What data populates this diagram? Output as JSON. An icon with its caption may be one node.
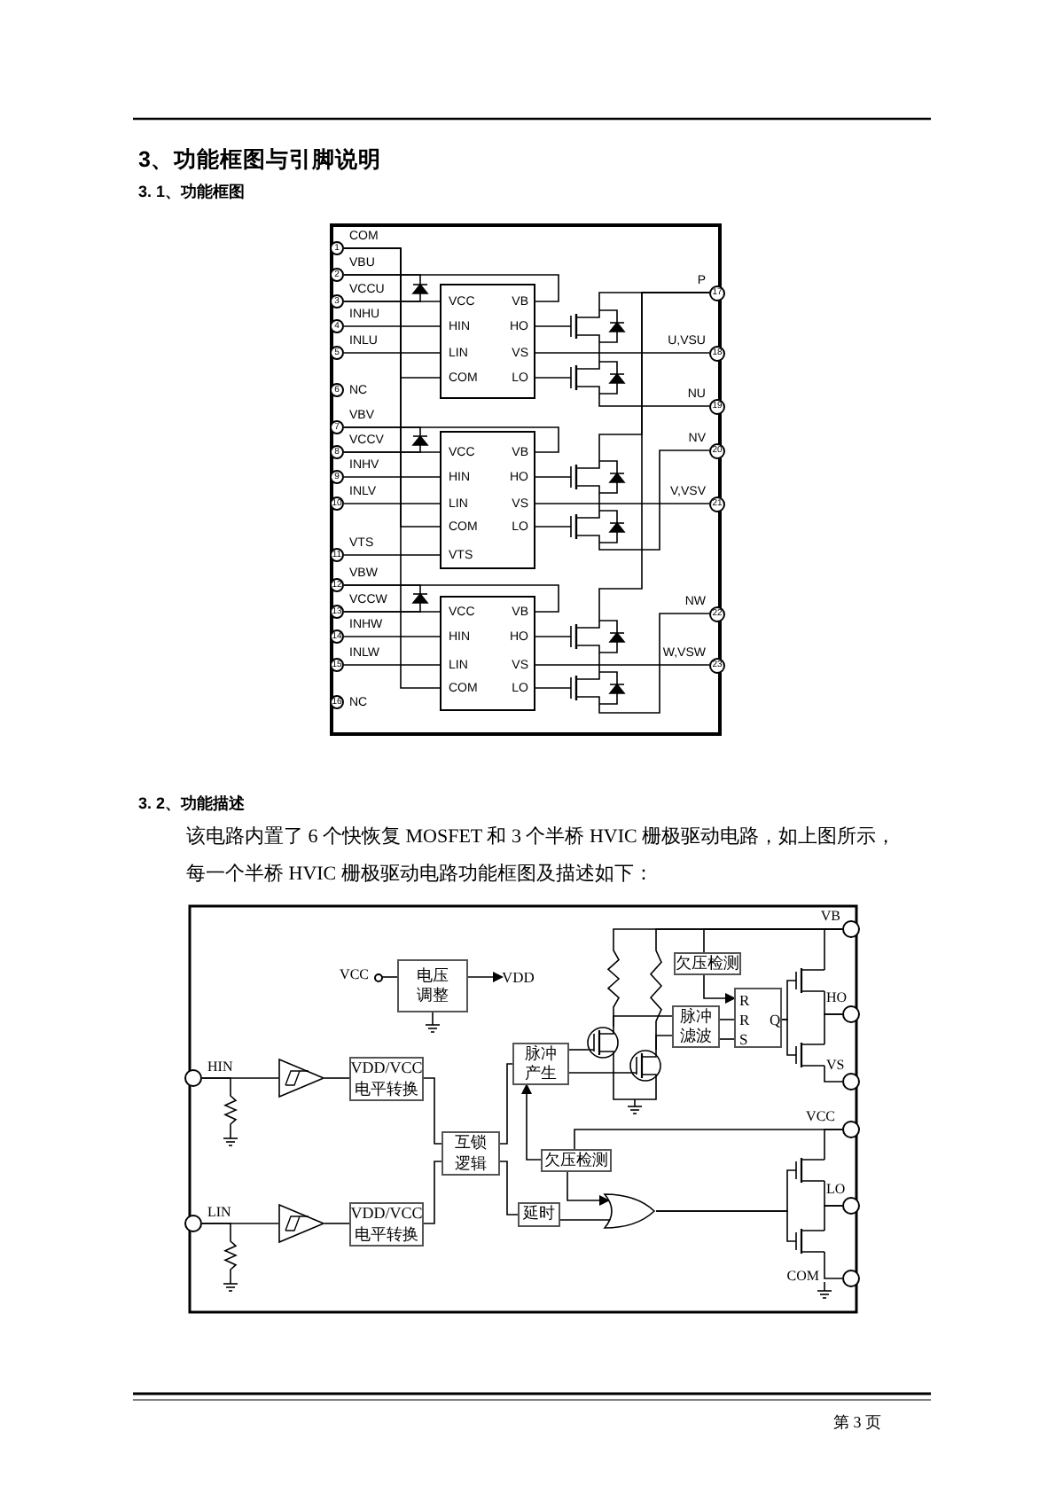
{
  "diagram": {
    "nodes": [
      {
        "text": [
          "1"
        ],
        "beside": [
          "COM"
        ]
      },
      {
        "text": [
          "2"
        ],
        "beside": [
          "VBU"
        ]
      },
      {
        "text": [
          "3"
        ],
        "beside": [
          "VCCU"
        ]
      },
      {
        "text": [
          "4"
        ],
        "beside": [
          "INHU"
        ]
      },
      {
        "text": [
          "5"
        ],
        "beside": [
          "INLU"
        ]
      },
      {
        "text": [
          "6"
        ],
        "beside": [
          "NC"
        ]
      },
      {
        "text": [
          "7"
        ],
        "beside": [
          "VBV"
        ]
      },
      {
        "text": [
          "8"
        ],
        "beside": [
          "VCCV"
        ]
      },
      {
        "text": [
          "9"
        ],
        "beside": [
          "INHV"
        ]
      },
      {
        "text": [
          "10"
        ],
        "beside": [
          "INLV"
        ]
      },
      {
        "text": [
          "11"
        ],
        "beside": [
          "VTS"
        ]
      },
      {
        "text": [
          "12"
        ],
        "beside": [
          "VBW"
        ]
      },
      {
        "text": [
          "13"
        ],
        "beside": [
          "VCCW"
        ]
      },
      {
        "text": [
          "14"
        ],
        "beside": [
          "INHW"
        ]
      },
      {
        "text": [
          "15"
        ],
        "beside": [
          "INLW"
        ]
      },
      {
        "text": [
          "16"
        ],
        "beside": [
          "NC"
        ]
      },
      {
        "text": [
          "17"
        ],
        "beside": [
          "P"
        ]
      },
      {
        "text": [
          "18"
        ],
        "beside": [
          "U,VSU"
        ]
      },
      {
        "text": [
          "19"
        ],
        "beside": [
          "NU"
        ]
      },
      {
        "text": [
          "20"
        ],
        "beside": [
          "NV"
        ]
      },
      {
        "text": [
          "21"
        ],
        "beside": [
          "V,VSV"
        ]
      },
      {
        "text": [
          "22"
        ],
        "beside": [
          "NW"
        ]
      },
      {
        "text": [
          "23"
        ],
        "beside": [
          "W,VSW"
        ]
      },
      {
        "text": [
          "VCC",
          "VB",
          "HIN",
          "HO",
          "LIN",
          "VS",
          "COM",
          "LO"
        ]
      },
      {
        "text": [
          "VCC",
          "VB",
          "HIN",
          "HO",
          "LIN",
          "VS",
          "COM",
          "LO",
          "VTS"
        ]
      },
      {
        "text": [
          "VCC",
          "VB",
          "HIN",
          "HO",
          "LIN",
          "VS",
          "COM",
          "LO"
        ]
      },
      {
        "text": [],
        "shape": "circle",
        "beside": [
          "VCC"
        ]
      },
      {
        "text": [
          "电压调整"
        ]
      },
      {
        "text": [
          "VDD"
        ]
      },
      {
        "text": [
          "欠压检测"
        ]
      },
      {
        "text": [
          "脉冲滤波"
        ]
      },
      {
        "text": [
          "R",
          "R",
          "S",
          "Q"
        ]
      },
      {
        "text": [
          "脉冲产生"
        ]
      },
      {
        "text": [],
        "shape": "circle",
        "beside": [
          "HIN"
        ]
      },
      {
        "text": [],
        "shape": "triangle"
      },
      {
        "text": [
          "VDD/VCC电平转换"
        ]
      },
      {
        "text": [
          "互锁逻辑"
        ]
      },
      {
        "text": [
          "欠压检测"
        ]
      },
      {
        "text": [
          "延时"
        ]
      },
      {
        "text": [],
        "shape": "gate"
      },
      {
        "text": [],
        "shape": "circle",
        "beside": [
          "LIN"
        ]
      },
      {
        "text": [],
        "shape": "triangle"
      },
      {
        "text": [
          "VDD/VCC电平转换"
        ]
      },
      {
        "text": [],
        "shape": "circle",
        "beside": [
          "VB"
        ]
      },
      {
        "text": [],
        "shape": "circle",
        "beside": [
          "HO"
        ]
      },
      {
        "text": [],
        "shape": "circle",
        "beside": [
          "VS"
        ]
      },
      {
        "text": [],
        "shape": "circle",
        "beside": [
          "VCC"
        ]
      },
      {
        "text": [],
        "shape": "circle",
        "beside": [
          "LO"
        ]
      },
      {
        "text": [],
        "shape": "circle",
        "beside": [
          "COM"
        ]
      },
      {
        "text": [],
        "shape": "transistor"
      },
      {
        "text": [],
        "shape": "transistor"
      },
      {
        "text": [],
        "shape": "transistor"
      },
      {
        "text": [],
        "shape": "transistor"
      },
      {
        "text": [],
        "shape": "transistor"
      },
      {
        "text": [],
        "shape": "transistor"
      },
      {
        "text": [],
        "shape": "resistor"
      },
      {
        "text": [],
        "shape": "resistor"
      },
      {
        "text": [],
        "shape": "resistor"
      },
      {
        "text": [],
        "shape": "resistor"
      },
      {
        "text": [],
        "shape": "transistor"
      },
      {
        "text": [],
        "shape": "transistor"
      },
      {
        "text": [],
        "shape": "transistor"
      },
      {
        "text": [],
        "shape": "transistor"
      },
      {
        "text": [],
        "shape": "transistor"
      },
      {
        "text": [],
        "shape": "transistor"
      },
      {
        "text": [],
        "shape": "diode"
      },
      {
        "text": [],
        "shape": "diode"
      },
      {
        "text": [],
        "shape": "diode"
      }
    ],
    "edges": [
      {
        "from": 0,
        "to": 23,
        "arrow": "none"
      },
      {
        "from": 0,
        "to": 24,
        "arrow": "none"
      },
      {
        "from": 0,
        "to": 25,
        "arrow": "none"
      },
      {
        "from": 1,
        "to": 23,
        "arrow": "none"
      },
      {
        "from": 2,
        "to": 23,
        "arrow": "none"
      },
      {
        "from": 3,
        "to": 23,
        "arrow": "none"
      },
      {
        "from": 4,
        "to": 23,
        "arrow": "none"
      },
      {
        "from": 23,
        "to": 17,
        "arrow": "none"
      },
      {
        "from": 6,
        "to": 24,
        "arrow": "none"
      },
      {
        "from": 7,
        "to": 24,
        "arrow": "none"
      },
      {
        "from": 8,
        "to": 24,
        "arrow": "none"
      },
      {
        "from": 9,
        "to": 24,
        "arrow": "none"
      },
      {
        "from": 10,
        "to": 24,
        "arrow": "none"
      },
      {
        "from": 24,
        "to": 20,
        "arrow": "none"
      },
      {
        "from": 11,
        "to": 25,
        "arrow": "none"
      },
      {
        "from": 12,
        "to": 25,
        "arrow": "none"
      },
      {
        "from": 13,
        "to": 25,
        "arrow": "none"
      },
      {
        "from": 14,
        "to": 25,
        "arrow": "none"
      },
      {
        "from": 25,
        "to": 22,
        "arrow": "none"
      },
      {
        "from": 26,
        "to": 27,
        "arrow": "none"
      },
      {
        "from": 27,
        "to": 28,
        "arrow": "to"
      },
      {
        "from": 43,
        "to": 29,
        "arrow": "none"
      },
      {
        "from": 29,
        "to": 31,
        "arrow": "to"
      },
      {
        "from": 30,
        "to": 31,
        "arrow": "none"
      },
      {
        "from": 30,
        "to": 31,
        "arrow": "none"
      },
      {
        "from": 33,
        "to": 34,
        "arrow": "none"
      },
      {
        "from": 34,
        "to": 35,
        "arrow": "none"
      },
      {
        "from": 35,
        "to": 36,
        "arrow": "none"
      },
      {
        "from": 40,
        "to": 41,
        "arrow": "none"
      },
      {
        "from": 41,
        "to": 42,
        "arrow": "none"
      },
      {
        "from": 42,
        "to": 36,
        "arrow": "none"
      },
      {
        "from": 36,
        "to": 32,
        "arrow": "none"
      },
      {
        "from": 36,
        "to": 38,
        "arrow": "none"
      },
      {
        "from": 37,
        "to": 32,
        "arrow": "to"
      },
      {
        "from": 37,
        "to": 39,
        "arrow": "to"
      },
      {
        "from": 38,
        "to": 39,
        "arrow": "none"
      },
      {
        "from": 46,
        "to": 37,
        "arrow": "none"
      },
      {
        "from": 23,
        "to": 49,
        "arrow": "none"
      },
      {
        "from": 23,
        "to": 50,
        "arrow": "none"
      },
      {
        "from": 16,
        "to": 49,
        "arrow": "none"
      },
      {
        "from": 49,
        "to": 50,
        "arrow": "none"
      },
      {
        "from": 50,
        "to": 18,
        "arrow": "none"
      },
      {
        "from": 24,
        "to": 51,
        "arrow": "none"
      },
      {
        "from": 24,
        "to": 52,
        "arrow": "none"
      },
      {
        "from": 16,
        "to": 51,
        "arrow": "none"
      },
      {
        "from": 51,
        "to": 52,
        "arrow": "none"
      },
      {
        "from": 52,
        "to": 19,
        "arrow": "none"
      },
      {
        "from": 25,
        "to": 53,
        "arrow": "none"
      },
      {
        "from": 25,
        "to": 54,
        "arrow": "none"
      },
      {
        "from": 16,
        "to": 53,
        "arrow": "none"
      },
      {
        "from": 53,
        "to": 54,
        "arrow": "none"
      },
      {
        "from": 54,
        "to": 21,
        "arrow": "none"
      },
      {
        "from": 1,
        "to": 65,
        "arrow": "none"
      },
      {
        "from": 2,
        "to": 65,
        "arrow": "none"
      },
      {
        "from": 6,
        "to": 66,
        "arrow": "none"
      },
      {
        "from": 7,
        "to": 66,
        "arrow": "none"
      },
      {
        "from": 11,
        "to": 67,
        "arrow": "none"
      },
      {
        "from": 12,
        "to": 67,
        "arrow": "none"
      },
      {
        "from": 33,
        "to": 55,
        "arrow": "none"
      },
      {
        "from": 40,
        "to": 56,
        "arrow": "none"
      },
      {
        "from": 43,
        "to": 57,
        "arrow": "none"
      },
      {
        "from": 43,
        "to": 58,
        "arrow": "none"
      },
      {
        "from": 57,
        "to": 59,
        "arrow": "none"
      },
      {
        "from": 58,
        "to": 60,
        "arrow": "none"
      },
      {
        "from": 32,
        "to": 59,
        "arrow": "none"
      },
      {
        "from": 32,
        "to": 60,
        "arrow": "none"
      },
      {
        "from": 59,
        "to": 30,
        "arrow": "none"
      },
      {
        "from": 60,
        "to": 30,
        "arrow": "none"
      },
      {
        "from": 31,
        "to": 61,
        "arrow": "none"
      },
      {
        "from": 31,
        "to": 62,
        "arrow": "none"
      },
      {
        "from": 43,
        "to": 61,
        "arrow": "none"
      },
      {
        "from": 61,
        "to": 44,
        "arrow": "none"
      },
      {
        "from": 62,
        "to": 44,
        "arrow": "none"
      },
      {
        "from": 62,
        "to": 45,
        "arrow": "none"
      },
      {
        "from": 39,
        "to": 63,
        "arrow": "none"
      },
      {
        "from": 39,
        "to": 64,
        "arrow": "none"
      },
      {
        "from": 46,
        "to": 63,
        "arrow": "none"
      },
      {
        "from": 63,
        "to": 47,
        "arrow": "none"
      },
      {
        "from": 64,
        "to": 47,
        "arrow": "none"
      },
      {
        "from": 64,
        "to": 48,
        "arrow": "none"
      },
      {
        "from": 59,
        "to": 60,
        "arrow": "none"
      }
    ],
    "labels": [
      "3、功能框图与引脚说明",
      "3. 1、功能框图",
      "3. 2、功能描述",
      "该电路内置了 6 个快恢复 MOSFET 和 3 个半桥 HVIC 栅极驱动电路，如上图所示，每一个半桥 HVIC 栅极驱动电路功能框图及描述如下：",
      "第 3 页"
    ]
  }
}
